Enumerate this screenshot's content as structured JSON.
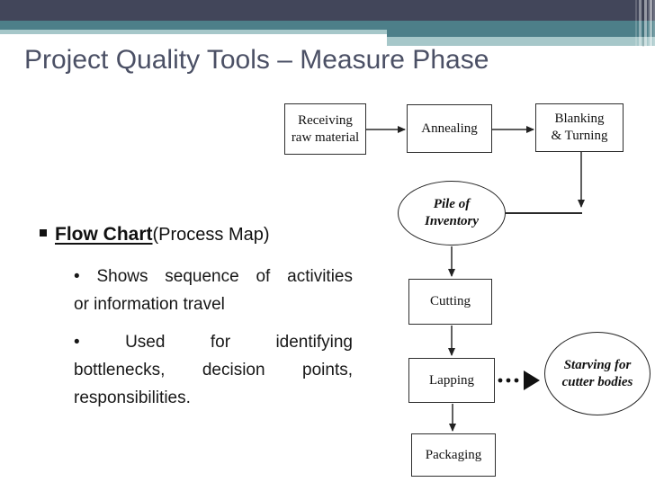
{
  "title": "Project Quality Tools – Measure Phase",
  "theme": {
    "band_dark": "#42465a",
    "band_teal": "#4d7f89",
    "band_teal_light": "#a6c7c9",
    "title_color": "#4b5065",
    "body_text_color": "#171717",
    "diagram_line_color": "#2a2a2a"
  },
  "body": {
    "heading_bullet": "▪",
    "heading": "Flow Chart",
    "heading_suffix": "(Process Map)",
    "bullets": [
      {
        "lines": [
          "• Shows sequence of activities",
          "or information travel"
        ]
      },
      {
        "lines": [
          "• Used for identifying",
          "bottlenecks, decision points,",
          "responsibilities."
        ]
      }
    ]
  },
  "flowchart": {
    "nodes": [
      {
        "id": "receiving",
        "shape": "rect",
        "label": "Receiving raw material",
        "line1": "Receiving",
        "line2": "raw material"
      },
      {
        "id": "annealing",
        "shape": "rect",
        "label": "Annealing",
        "line1": "Annealing"
      },
      {
        "id": "blanking",
        "shape": "rect",
        "label": "Blanking & Turning",
        "line1": "Blanking",
        "line2": "& Turning"
      },
      {
        "id": "pile",
        "shape": "ellipse",
        "label": "Pile of Inventory",
        "line1": "Pile of",
        "line2": "Inventory"
      },
      {
        "id": "cutting",
        "shape": "rect",
        "label": "Cutting",
        "line1": "Cutting"
      },
      {
        "id": "lapping",
        "shape": "rect",
        "label": "Lapping",
        "line1": "Lapping"
      },
      {
        "id": "starving",
        "shape": "ellipse",
        "label": "Starving for cutter bodies",
        "line1": "Starving for",
        "line2": "cutter bodies"
      },
      {
        "id": "packaging",
        "shape": "rect",
        "label": "Packaging",
        "line1": "Packaging"
      }
    ],
    "edges": [
      {
        "from": "receiving",
        "to": "annealing",
        "style": "solid-arrow"
      },
      {
        "from": "annealing",
        "to": "blanking",
        "style": "solid-arrow"
      },
      {
        "from": "blanking",
        "to": "pile",
        "style": "solid-arrow-elbow"
      },
      {
        "from": "pile",
        "to": "cutting",
        "style": "solid-arrow"
      },
      {
        "from": "cutting",
        "to": "lapping",
        "style": "solid-arrow"
      },
      {
        "from": "lapping",
        "to": "starving",
        "style": "dotted-arrow"
      },
      {
        "from": "lapping",
        "to": "packaging",
        "style": "solid-arrow"
      }
    ]
  }
}
